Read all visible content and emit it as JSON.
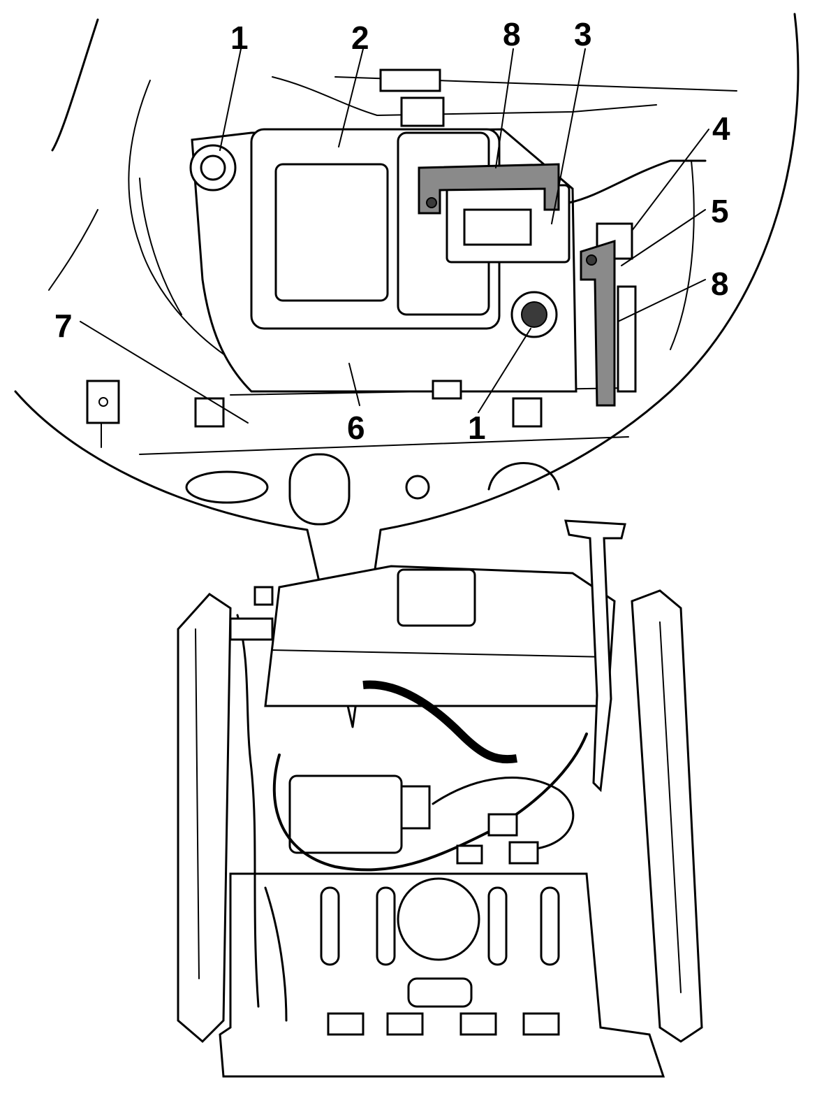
{
  "callouts": [
    {
      "id": "c1a",
      "label": "1"
    },
    {
      "id": "c2",
      "label": "2"
    },
    {
      "id": "c8a",
      "label": "8"
    },
    {
      "id": "c3",
      "label": "3"
    },
    {
      "id": "c4",
      "label": "4"
    },
    {
      "id": "c5",
      "label": "5"
    },
    {
      "id": "c8b",
      "label": "8"
    },
    {
      "id": "c7",
      "label": "7"
    },
    {
      "id": "c6",
      "label": "6"
    },
    {
      "id": "c1b",
      "label": "1"
    }
  ]
}
